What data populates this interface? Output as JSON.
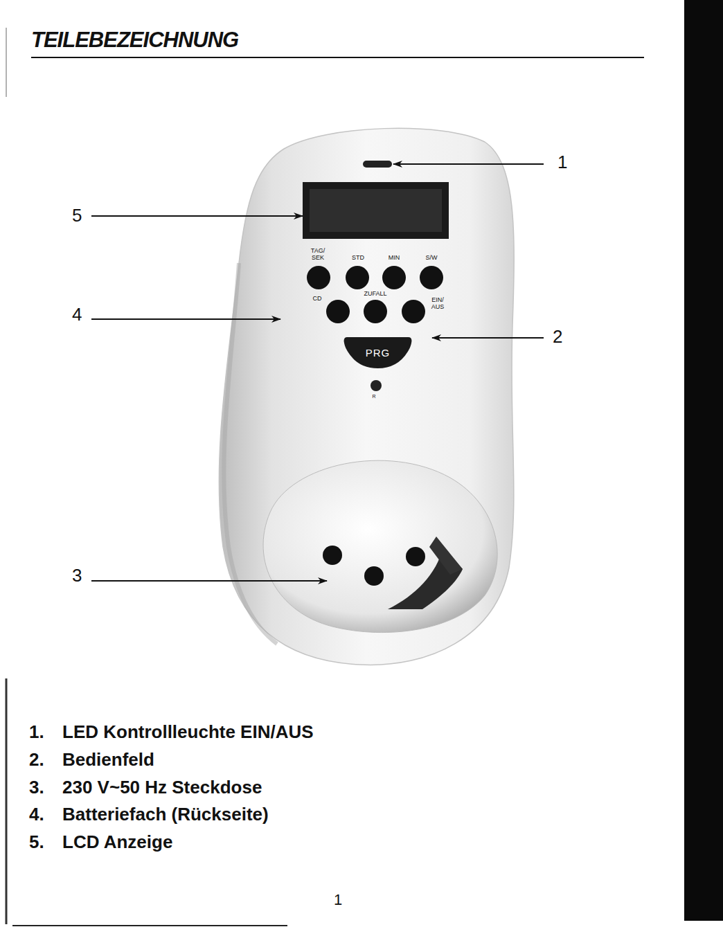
{
  "diagram": {
    "title": "TEILEBEZEICHNUNG",
    "nodes": [
      {
        "text": [
          "PRG"
        ]
      }
    ],
    "labels": [
      "1",
      "5",
      "TAG/ SEK",
      "STD",
      "MIN",
      "S/W",
      "4",
      "CD",
      "ZUFALL",
      "EIN/ AUS",
      "2",
      "R",
      "3",
      "1.",
      "LED Kontrollleuchte EIN/AUS",
      "2.",
      "Bedienfeld",
      "3.",
      "230 V~50 Hz Steckdose",
      "4.",
      "Batteriefach (Rückseite)",
      "5.",
      "LCD Anzeige",
      "1"
    ]
  }
}
